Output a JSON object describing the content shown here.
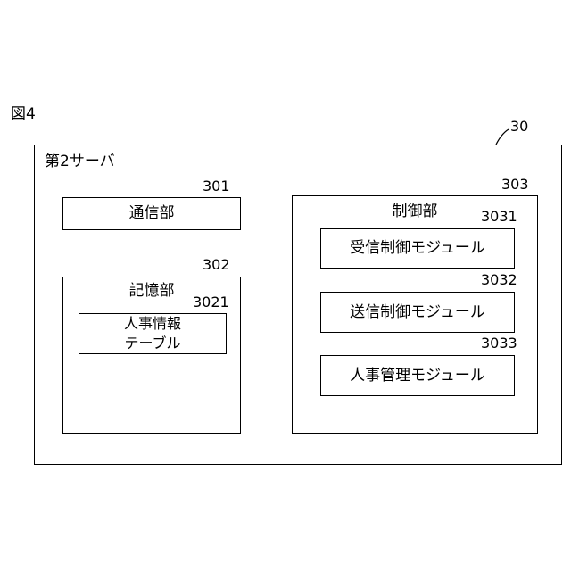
{
  "figure_label": "図4",
  "server": {
    "title": "第2サーバ",
    "ref": "30"
  },
  "comm_unit": {
    "label": "通信部",
    "ref": "301"
  },
  "storage_unit": {
    "label": "記憶部",
    "ref": "302",
    "table": {
      "line1": "人事情報",
      "line2": "テーブル",
      "ref": "3021"
    }
  },
  "control_unit": {
    "label": "制御部",
    "ref": "303",
    "modules": [
      {
        "label": "受信制御モジュール",
        "ref": "3031"
      },
      {
        "label": "送信制御モジュール",
        "ref": "3032"
      },
      {
        "label": "人事管理モジュール",
        "ref": "3033"
      }
    ]
  }
}
